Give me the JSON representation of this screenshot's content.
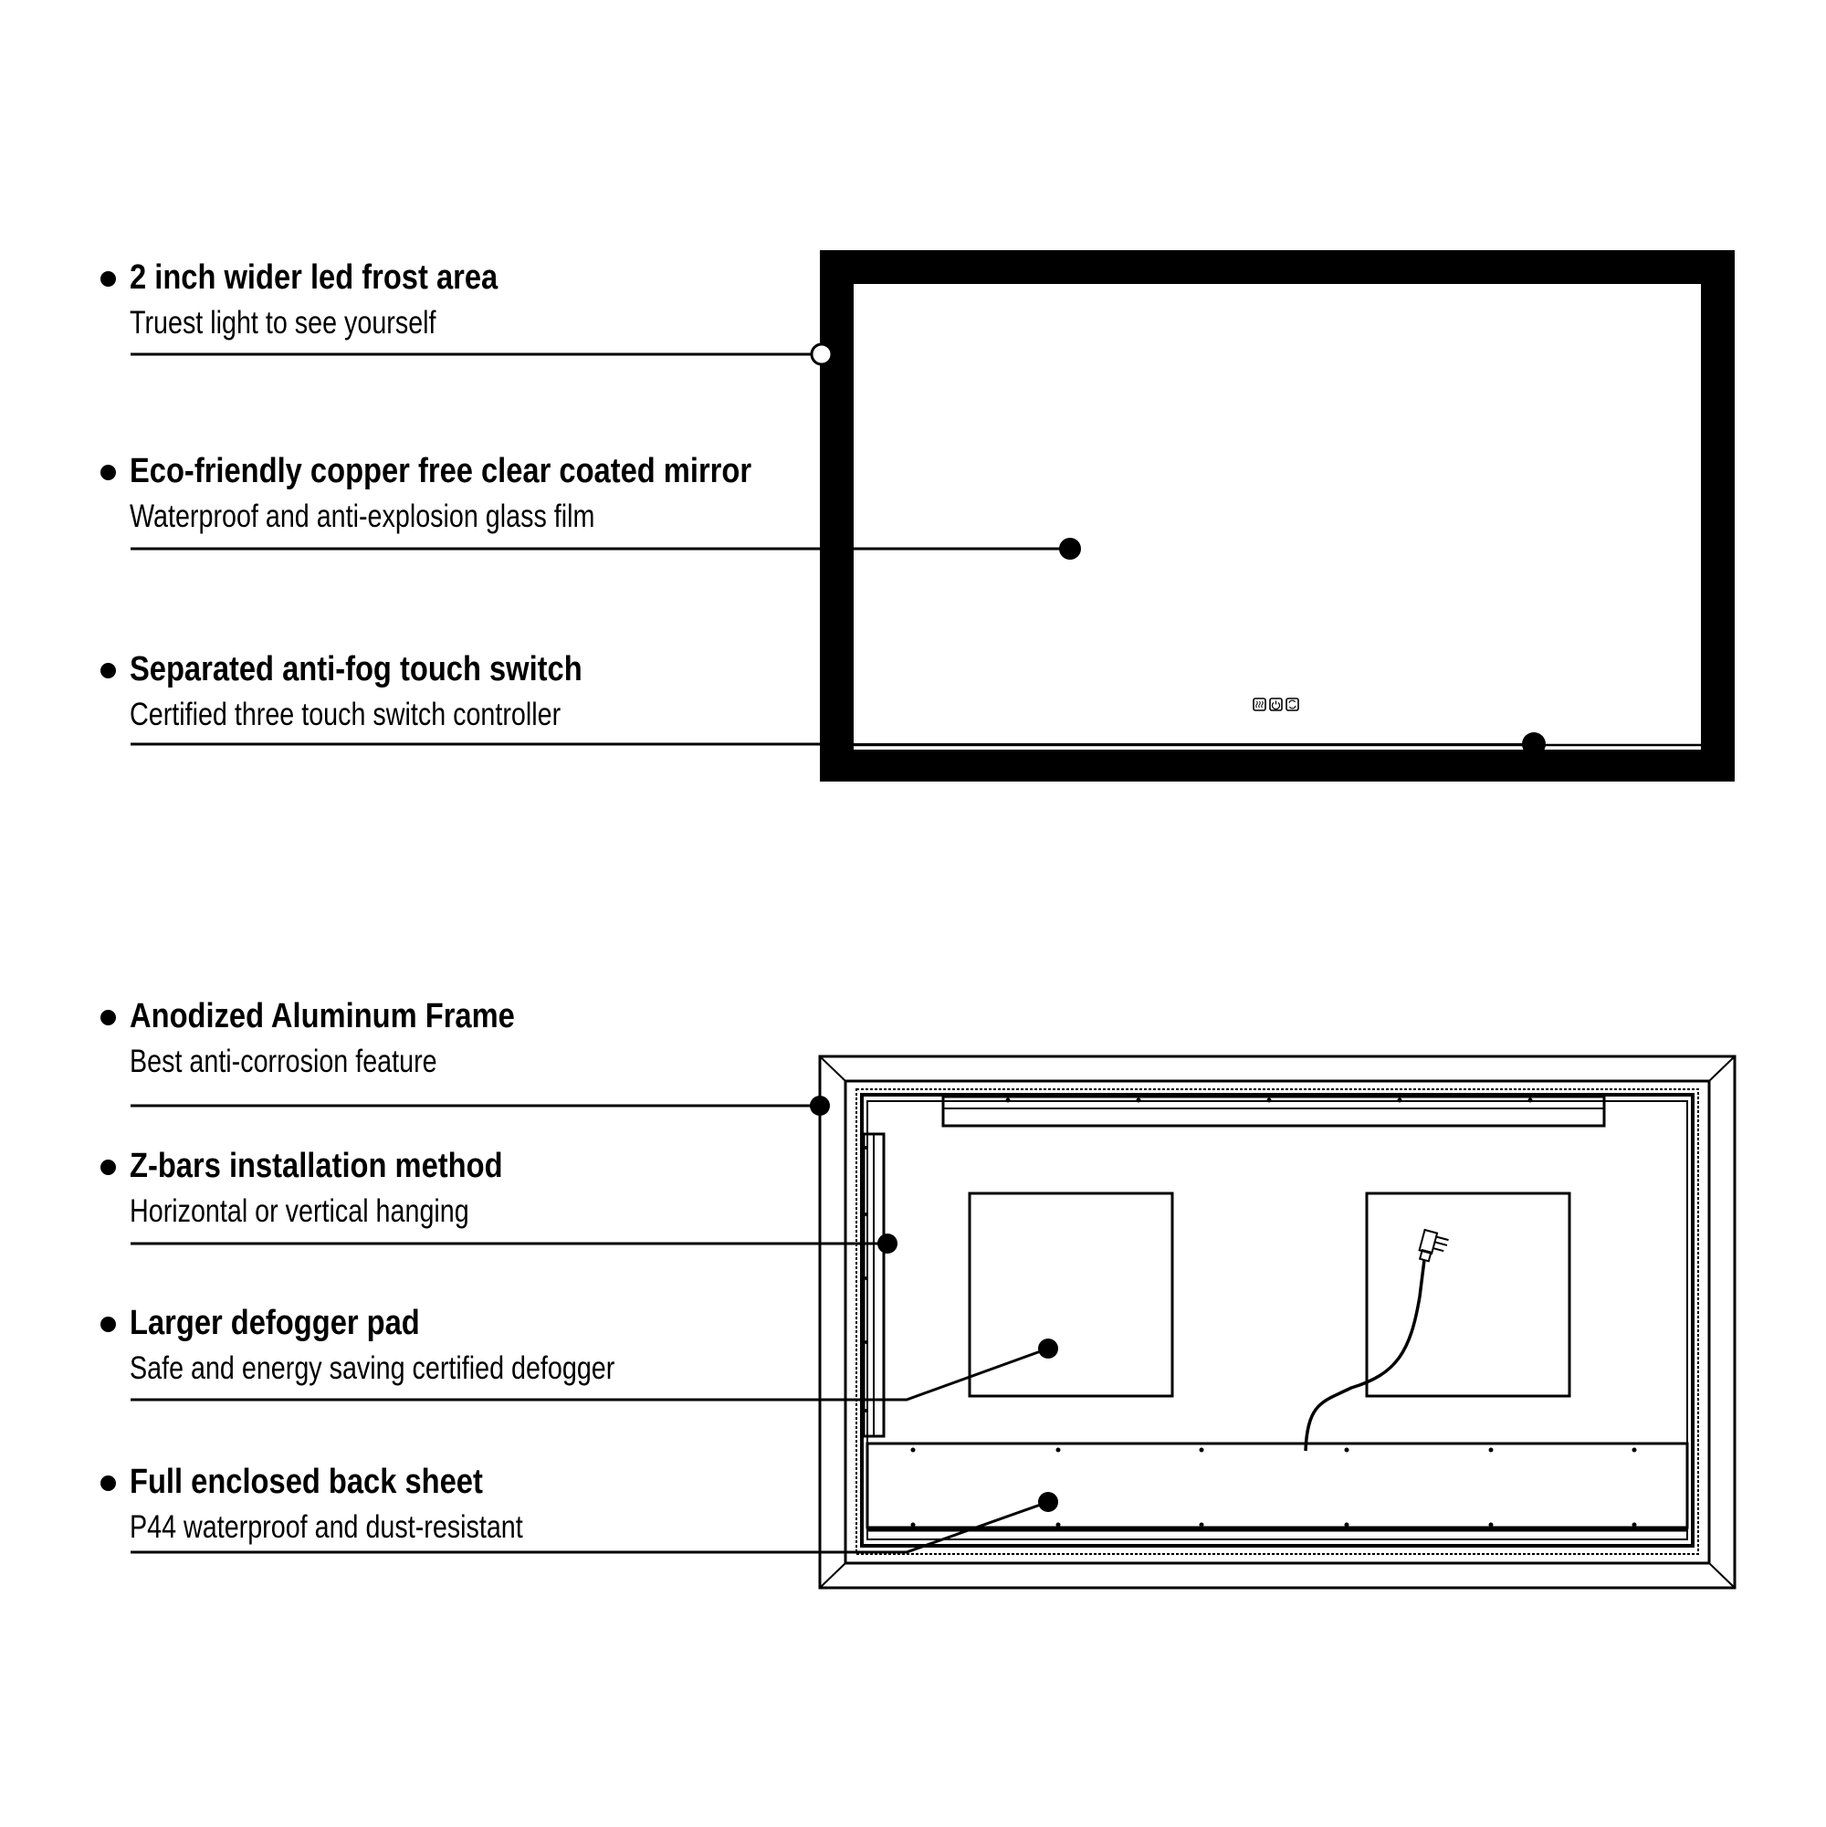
{
  "top_section": {
    "features": [
      {
        "title": "2 inch wider led frost area",
        "subtitle": "Truest light to see yourself"
      },
      {
        "title": "Eco-friendly copper free clear coated mirror",
        "subtitle": "Waterproof and anti-explosion glass film"
      },
      {
        "title": "Separated anti-fog touch switch",
        "subtitle": "Certified three touch switch controller"
      }
    ],
    "touch_switch_icons": [
      "defog-icon",
      "power-icon",
      "light-mode-icon"
    ]
  },
  "bottom_section": {
    "features": [
      {
        "title": "Anodized Aluminum Frame",
        "subtitle": "Best anti-corrosion feature"
      },
      {
        "title": "Z-bars installation method",
        "subtitle": "Horizontal or vertical hanging"
      },
      {
        "title": "Larger defogger pad",
        "subtitle": "Safe and energy saving certified defogger"
      },
      {
        "title": "Full enclosed back sheet",
        "subtitle": "P44 waterproof and dust-resistant"
      }
    ]
  },
  "colors": {
    "ink": "#000000",
    "background": "#ffffff"
  }
}
